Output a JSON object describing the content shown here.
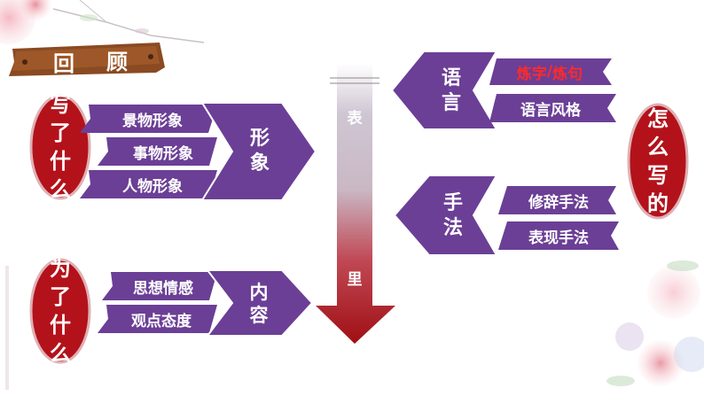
{
  "review": {
    "char1": "回",
    "char2": "顾"
  },
  "left": {
    "what": {
      "chars": [
        "写",
        "了",
        "什",
        "么"
      ]
    },
    "why": {
      "chars": [
        "为",
        "了",
        "什",
        "么"
      ]
    },
    "image_items": [
      "景物形象",
      "事物形象",
      "人物形象"
    ],
    "image_head": {
      "chars": [
        "形",
        "象"
      ]
    },
    "content_items": [
      "思想情感",
      "观点态度"
    ],
    "content_head": {
      "chars": [
        "内",
        "容"
      ]
    }
  },
  "center": {
    "top_label": "表",
    "bottom_label": "里"
  },
  "right": {
    "how": {
      "chars": [
        "怎",
        "么",
        "写",
        "的"
      ]
    },
    "language_head": {
      "chars": [
        "语",
        "言"
      ]
    },
    "language_items": {
      "refine_word": "炼字",
      "slash": "/",
      "refine_sentence": "炼句",
      "style": "语言风格"
    },
    "technique_head": {
      "chars": [
        "手",
        "法"
      ]
    },
    "technique_items": [
      "修辞手法",
      "表现手法"
    ]
  },
  "colors": {
    "purple": "#6b3f96",
    "red": "#b3121b",
    "dark_red": "#a00f14",
    "highlight": "#ff2a2a",
    "wood": "#8a4a22"
  }
}
